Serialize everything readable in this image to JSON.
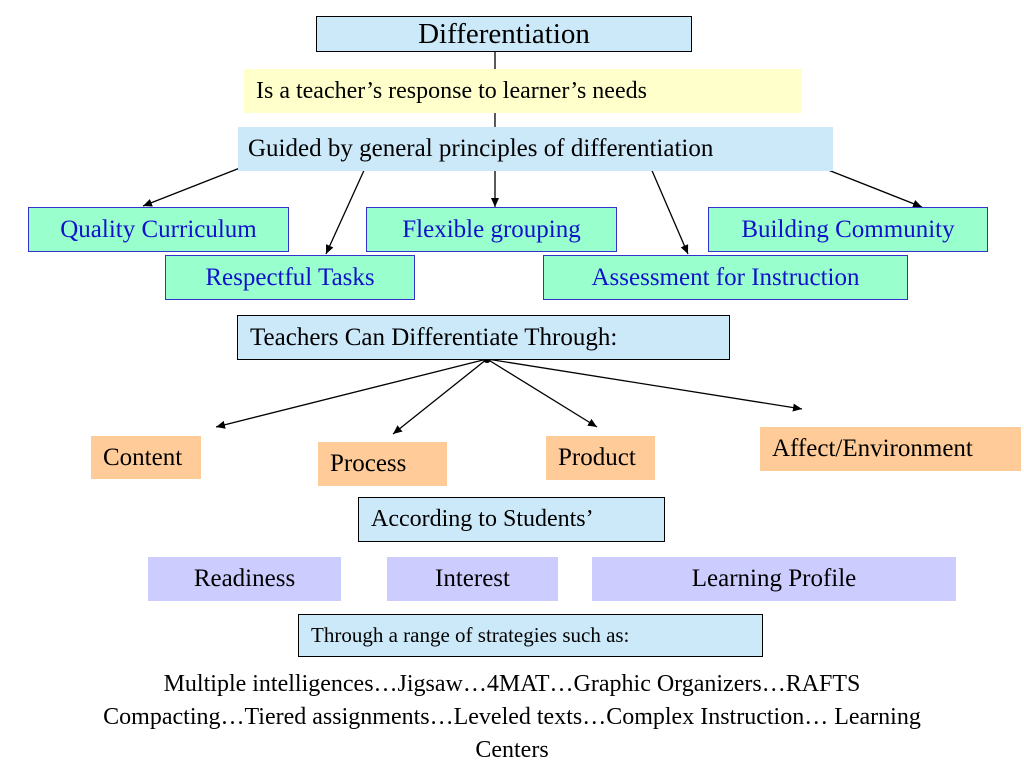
{
  "title": "Differentiation",
  "definition": "Is a teacher’s response to learner’s needs",
  "guided_by": "Guided by general principles of differentiation",
  "principles": {
    "quality_curriculum": "Quality Curriculum",
    "flexible_grouping": "Flexible grouping",
    "building_community": "Building Community",
    "respectful_tasks": "Respectful Tasks",
    "assessment": "Assessment for Instruction"
  },
  "teachers_can": "Teachers Can Differentiate Through:",
  "elements": {
    "content": "Content",
    "process": "Process",
    "product": "Product",
    "affect": "Affect/Environment"
  },
  "according_to": "According to Students’",
  "traits": {
    "readiness": "Readiness",
    "interest": "Interest",
    "learning_profile": "Learning Profile"
  },
  "through_strategies": "Through a range of strategies such as:",
  "strategies": {
    "line1": "Multiple intelligences…Jigsaw…4MAT…Graphic Organizers…RAFTS",
    "line2": "Compacting…Tiered assignments…Leveled texts…Complex Instruction… Learning",
    "line3": "Centers"
  },
  "colors": {
    "light_blue": "#cce9fa",
    "light_yellow": "#ffffcc",
    "mint": "#99ffcc",
    "principle_text": "#1111cc",
    "peach": "#ffcc99",
    "lavender": "#ccccff"
  }
}
